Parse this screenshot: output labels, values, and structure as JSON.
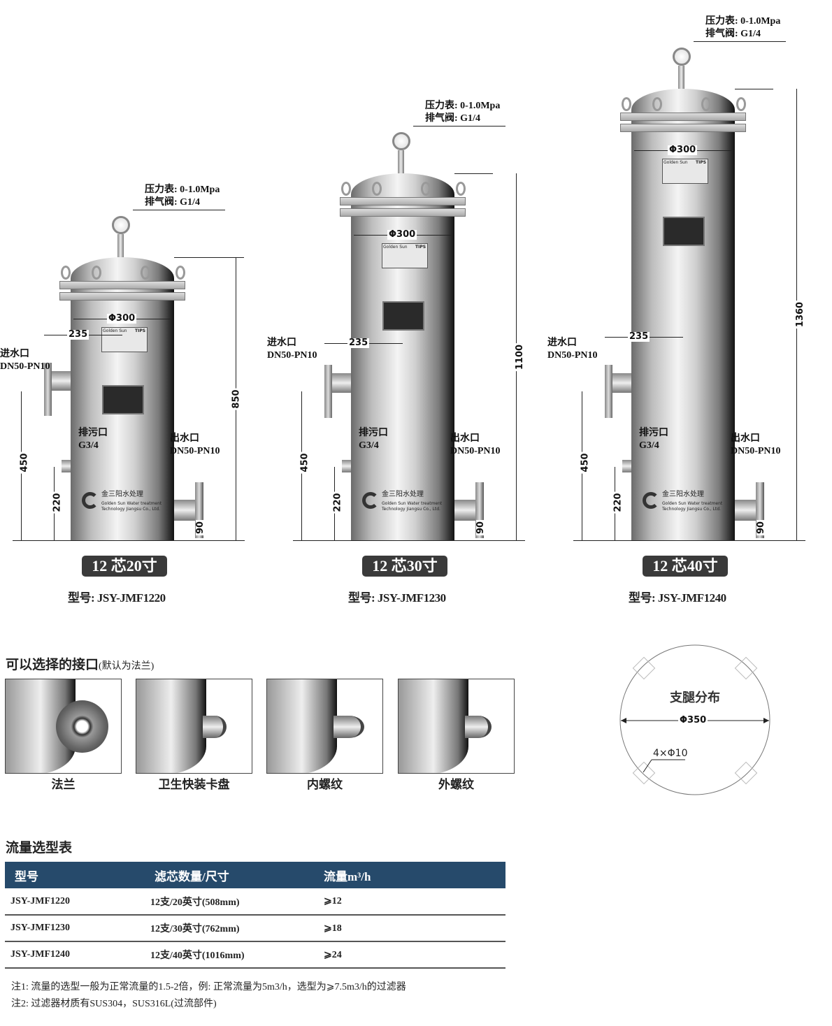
{
  "tanks": [
    {
      "gauge_label": "压力表: 0-1.0Mpa",
      "vent_label": "排气阀: G1/4",
      "diameter": "Φ300",
      "inlet_offset": "235",
      "inlet_label": "进水口",
      "inlet_spec": "DN50-PN10",
      "drain_label": "排污口",
      "drain_spec": "G3/4",
      "outlet_label": "出水口",
      "outlet_spec": "DN50-PN10",
      "height": "850",
      "inlet_height": "450",
      "drain_height": "220",
      "outlet_height": "90",
      "badge": "12 芯20寸",
      "model": "型号: JSY-JMF1220",
      "plate_brand": "Golden Sun",
      "plate_tips": "TIPS",
      "logo_text": "金三阳水处理",
      "logo_sub": "Golden Sun Water treatment Technology Jiangsu Co., Ltd."
    },
    {
      "gauge_label": "压力表: 0-1.0Mpa",
      "vent_label": "排气阀: G1/4",
      "diameter": "Φ300",
      "inlet_offset": "235",
      "inlet_label": "进水口",
      "inlet_spec": "DN50-PN10",
      "drain_label": "排污口",
      "drain_spec": "G3/4",
      "outlet_label": "出水口",
      "outlet_spec": "DN50-PN10",
      "height": "1100",
      "inlet_height": "450",
      "drain_height": "220",
      "outlet_height": "90",
      "badge": "12 芯30寸",
      "model": "型号: JSY-JMF1230",
      "plate_brand": "Golden Sun",
      "plate_tips": "TIPS",
      "logo_text": "金三阳水处理",
      "logo_sub": "Golden Sun Water treatment Technology Jiangsu Co., Ltd."
    },
    {
      "gauge_label": "压力表: 0-1.0Mpa",
      "vent_label": "排气阀: G1/4",
      "diameter": "Φ300",
      "inlet_offset": "235",
      "inlet_label": "进水口",
      "inlet_spec": "DN50-PN10",
      "drain_label": "排污口",
      "drain_spec": "G3/4",
      "outlet_label": "出水口",
      "outlet_spec": "DN50-PN10",
      "height": "1360",
      "inlet_height": "450",
      "drain_height": "220",
      "outlet_height": "90",
      "badge": "12 芯40寸",
      "model": "型号: JSY-JMF1240",
      "plate_brand": "Golden Sun",
      "plate_tips": "TIPS",
      "logo_text": "金三阳水处理",
      "logo_sub": "Golden Sun Water treatment Technology Jiangsu Co., Ltd."
    }
  ],
  "interfaces": {
    "title": "可以选择的接口",
    "subtitle": "(默认为法兰)",
    "options": [
      {
        "label": "法兰"
      },
      {
        "label": "卫生快装卡盘"
      },
      {
        "label": "内螺纹"
      },
      {
        "label": "外螺纹"
      }
    ]
  },
  "legs": {
    "title": "支腿分布",
    "diameter": "Φ350",
    "holes": "4×Φ10"
  },
  "flow": {
    "title": "流量选型表",
    "headers": [
      "型号",
      "滤芯数量/尺寸",
      "流量m³/h"
    ],
    "rows": [
      [
        "JSY-JMF1220",
        "12支/20英寸(508mm)",
        "⩾12"
      ],
      [
        "JSY-JMF1230",
        "12支/30英寸(762mm)",
        "⩾18"
      ],
      [
        "JSY-JMF1240",
        "12支/40英寸(1016mm)",
        "⩾24"
      ]
    ],
    "notes": [
      "注1: 流量的选型一般为正常流量的1.5-2倍，例: 正常流量为5m3/h，选型为⩾7.5m3/h的过滤器",
      "注2: 过滤器材质有SUS304，SUS316L(过流部件)"
    ]
  }
}
